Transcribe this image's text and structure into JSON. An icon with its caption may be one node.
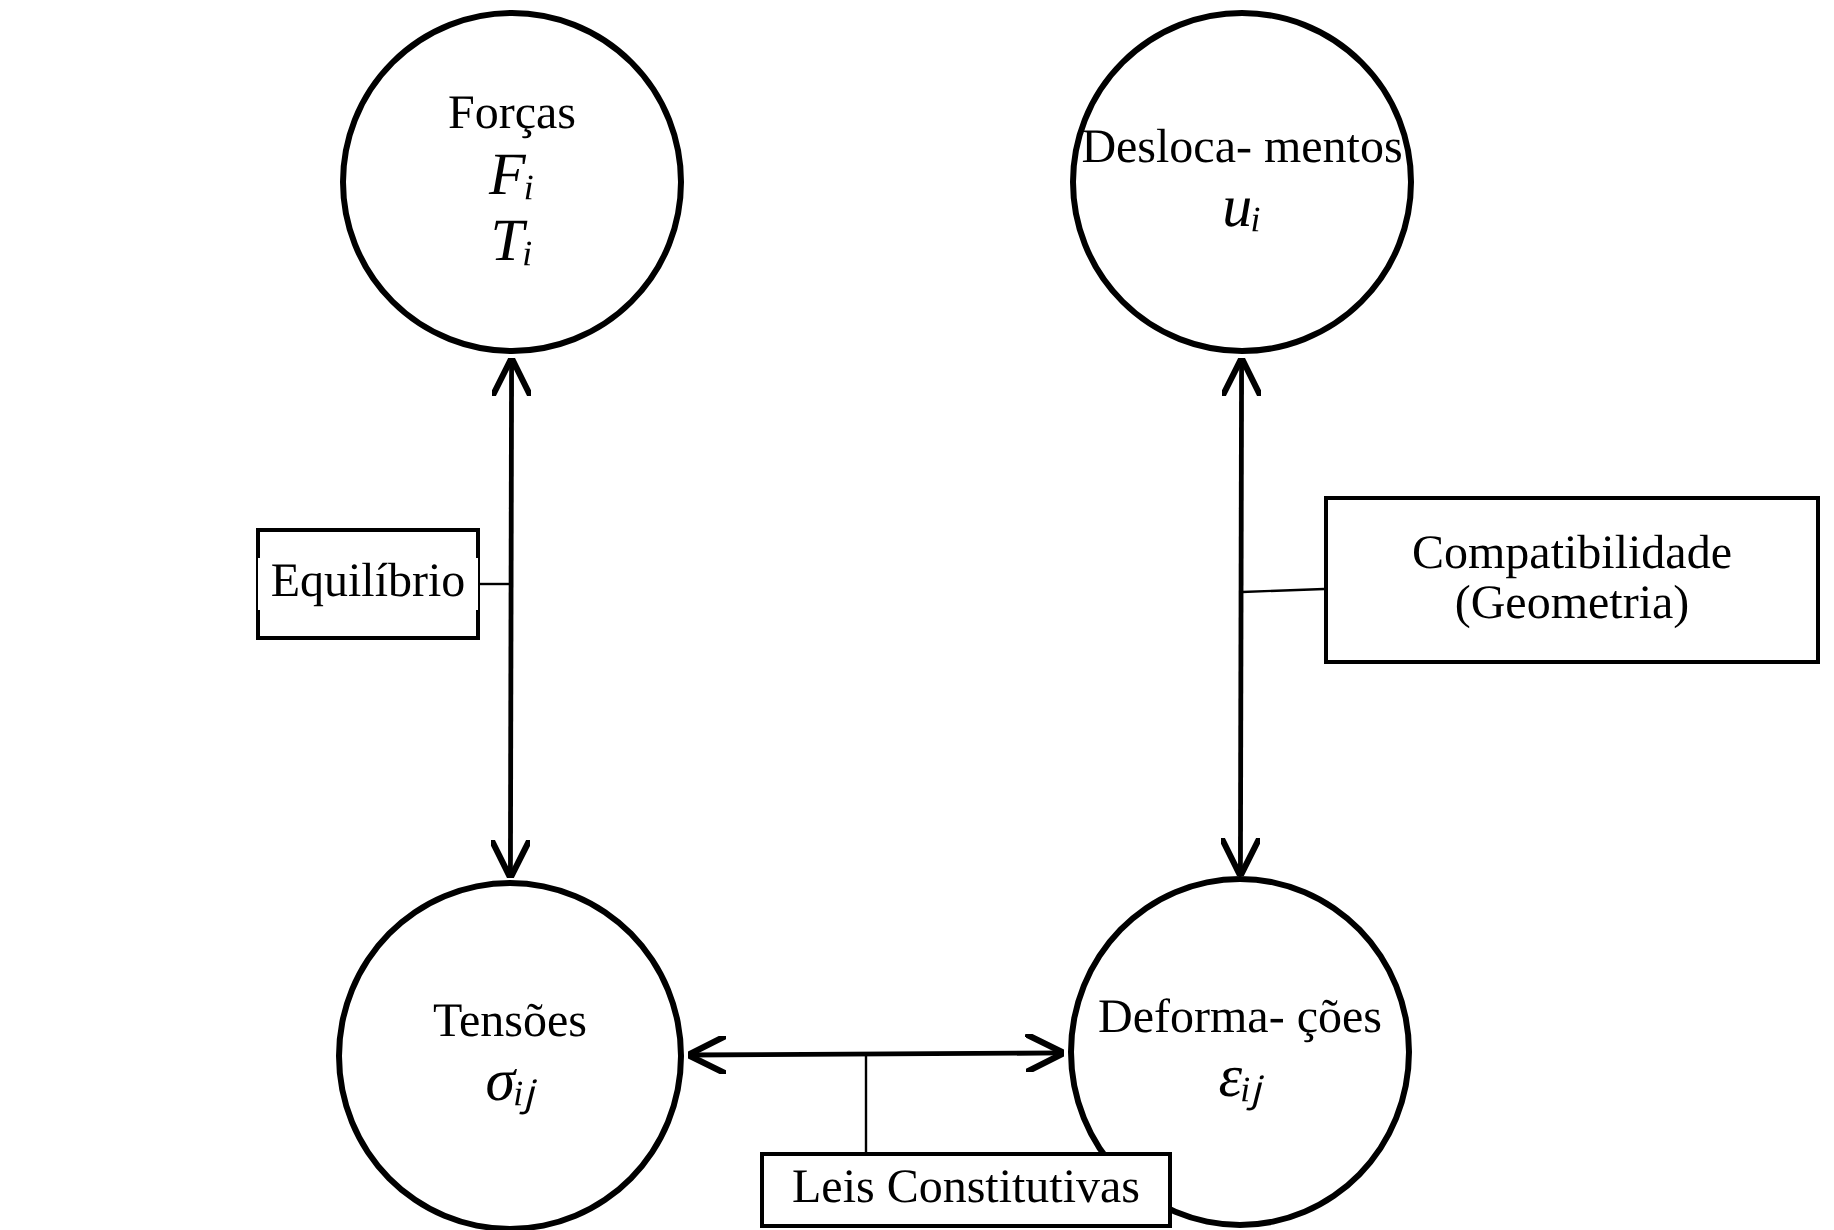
{
  "diagram": {
    "nodes": [
      {
        "text": [
          "Forças",
          "Fᵢ",
          "Tᵢ"
        ]
      },
      {
        "text": [
          "Desloca- mentos",
          "uᵢ"
        ]
      },
      {
        "text": [
          "Equilíbrio"
        ]
      },
      {
        "text": [
          "Compatibilidade (Geometria)"
        ]
      },
      {
        "text": [
          "Tensões",
          "σᵢⱼ"
        ]
      },
      {
        "text": [
          "Deforma- ções",
          "εᵢⱼ"
        ]
      },
      {
        "text": [
          "Leis Constitutivas"
        ]
      }
    ],
    "edges": [
      {
        "from": 0,
        "to": 4,
        "arrow": "both"
      },
      {
        "from": 2,
        "to": null,
        "arrow": "none"
      },
      {
        "from": 1,
        "to": 5,
        "arrow": "both"
      },
      {
        "from": 3,
        "to": null,
        "arrow": "none"
      },
      {
        "from": 4,
        "to": 5,
        "arrow": "both"
      },
      {
        "from": 6,
        "to": null,
        "arrow": "none"
      }
    ]
  }
}
